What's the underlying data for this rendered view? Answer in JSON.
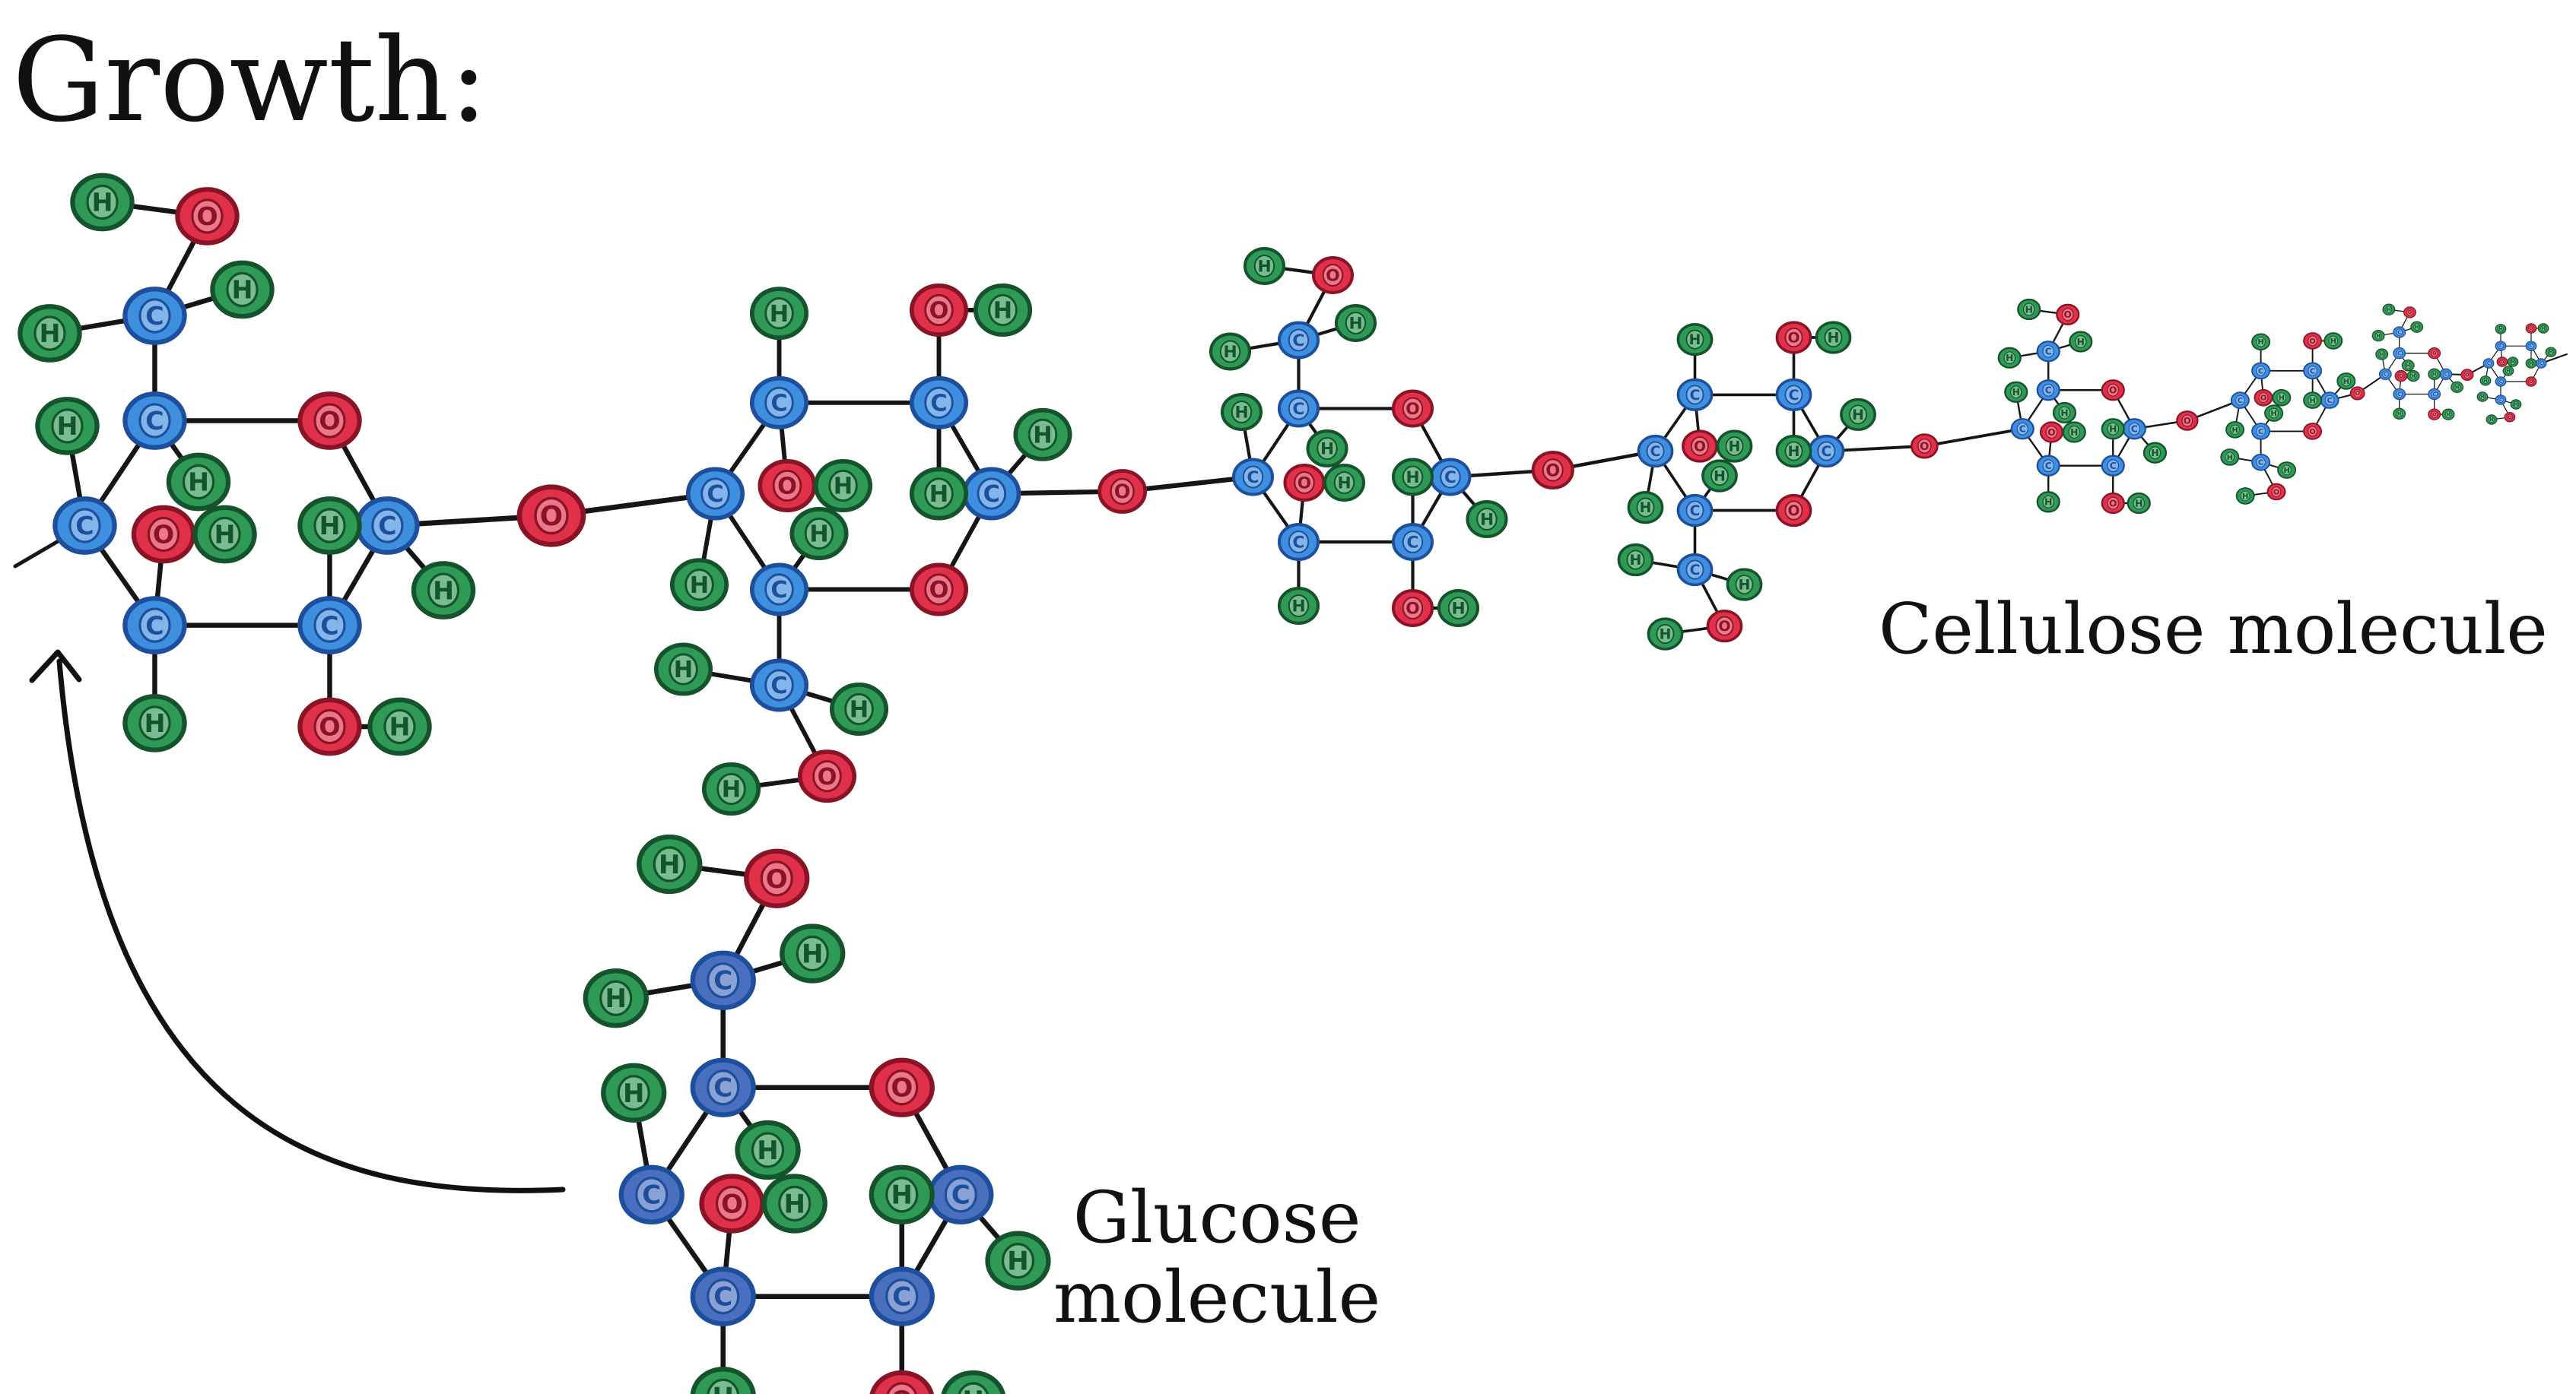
{
  "title": "Growth:",
  "cellulose_label": "Cellulose molecule",
  "glucose_label": [
    "Glucose",
    "molecule"
  ],
  "atoms": {
    "carbon": {
      "symbol": "C",
      "color": "#3f8fe0",
      "stroke": "#1d4f9c"
    },
    "oxygen": {
      "symbol": "O",
      "color": "#e0304a",
      "stroke": "#8a1426"
    },
    "hydrogen": {
      "symbol": "H",
      "color": "#2f9a55",
      "stroke": "#14532b"
    }
  },
  "glucose_colors": {
    "carbon": "#4a6fbf"
  },
  "arrow_icon": "curved-arrow-icon"
}
